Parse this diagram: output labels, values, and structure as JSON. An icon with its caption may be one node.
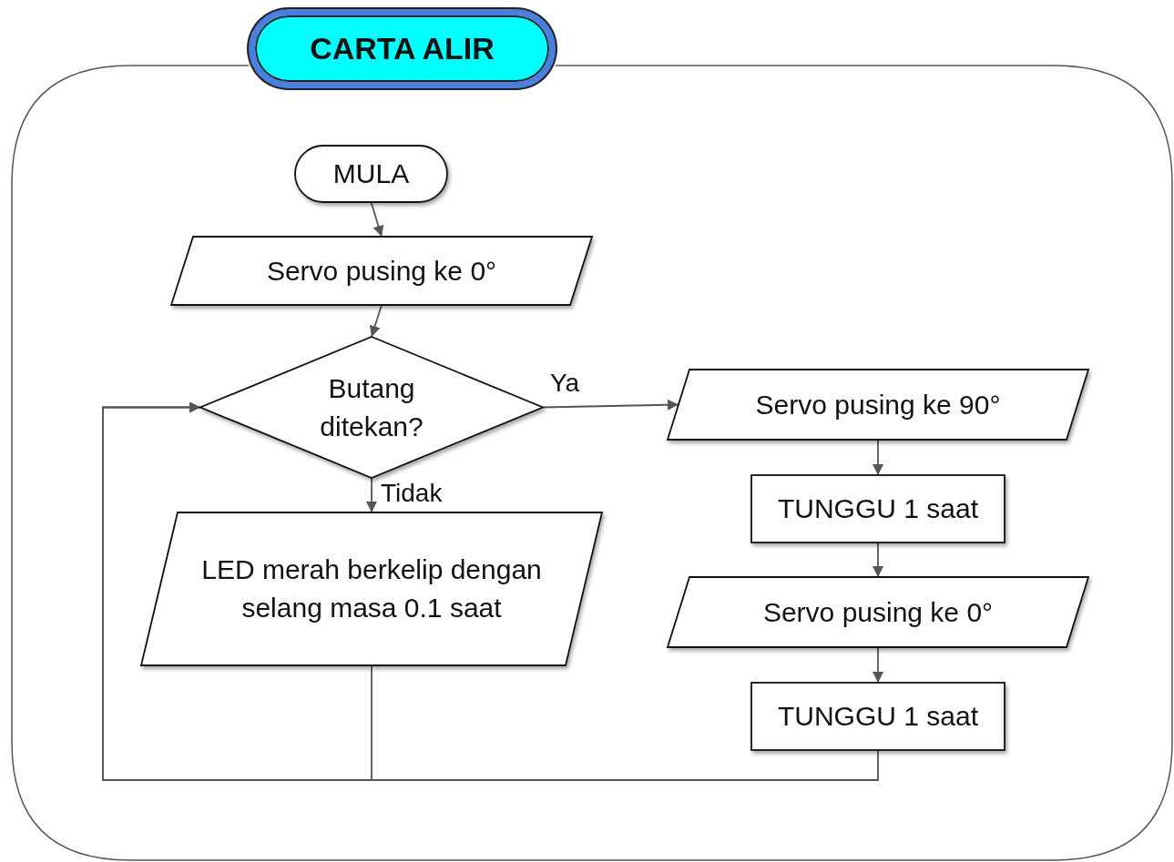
{
  "diagram": {
    "title": "CARTA ALIR",
    "nodes": [
      {
        "text": [
          "MULA"
        ]
      },
      {
        "text": [
          "Servo pusing ke 0°"
        ]
      },
      {
        "text": [
          "Butang ditekan?"
        ]
      },
      {
        "text": [
          "LED merah berkelip dengan selang masa 0.1 saat"
        ]
      },
      {
        "text": [
          "Servo pusing ke 90°"
        ]
      },
      {
        "text": [
          "TUNGGU 1 saat"
        ]
      },
      {
        "text": [
          "Servo pusing ke 0°"
        ]
      },
      {
        "text": [
          "TUNGGU 1 saat"
        ]
      }
    ],
    "edges": [
      {
        "from": 0,
        "to": 1,
        "arrow": "to"
      },
      {
        "from": 1,
        "to": 2,
        "arrow": "to"
      },
      {
        "from": 2,
        "to": 4,
        "arrow": "to",
        "label": "Ya"
      },
      {
        "from": 2,
        "to": 3,
        "arrow": "to",
        "label": "Tidak"
      },
      {
        "from": 4,
        "to": 5,
        "arrow": "to"
      },
      {
        "from": 5,
        "to": 6,
        "arrow": "to"
      },
      {
        "from": 6,
        "to": 7,
        "arrow": "to"
      },
      {
        "from": 3,
        "to": 2,
        "arrow": "to"
      },
      {
        "from": 7,
        "to": 2,
        "arrow": "to"
      }
    ]
  }
}
